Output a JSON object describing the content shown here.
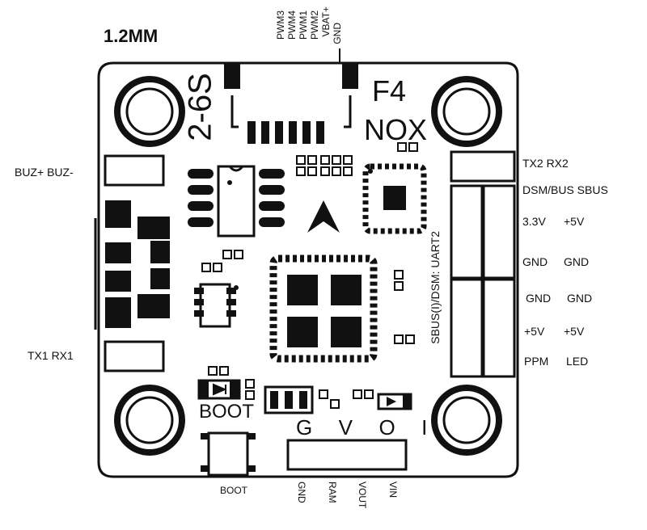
{
  "thickness_label": "1.2MM",
  "top_pins": [
    "GND",
    "VBAT+",
    "PWM2",
    "PWM1",
    "PWM4",
    "PWM3"
  ],
  "voltage_label": "2-6S",
  "model_line1": "F4",
  "model_line2": "NOX",
  "left_pads": {
    "buzzer": "BUZ+ BUZ-",
    "uart1": "TX1  RX1"
  },
  "right_pads": {
    "uart2": "TX2  RX2",
    "rx_bus": "DSM/BUS SBUS",
    "rows": [
      {
        "left": "3.3V",
        "right": "+5V"
      },
      {
        "left": "GND",
        "right": "GND"
      },
      {
        "left": "GND",
        "right": "GND"
      },
      {
        "left": "+5V",
        "right": "+5V"
      },
      {
        "left": "PPM",
        "right": "LED"
      }
    ]
  },
  "side_label": "SBUS(I)/DSM: UART2",
  "boot_silkscreen": "BOOT",
  "boot_label": "BOOT",
  "bottom_letters": "G  V  O  I",
  "bottom_pins": [
    "GND",
    "RAM",
    "VOUT",
    "VIN"
  ],
  "colors": {
    "ink": "#111111",
    "board": "#ffffff"
  }
}
